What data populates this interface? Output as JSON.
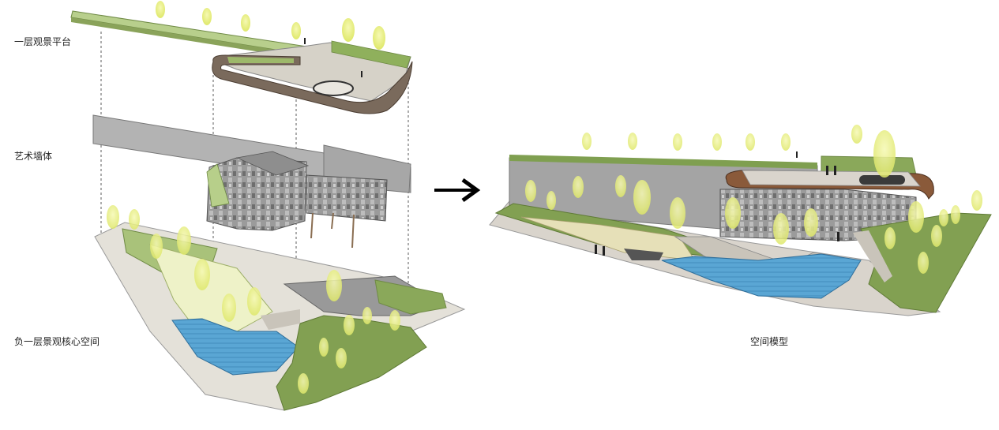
{
  "labels": {
    "platform": "一层观景平台",
    "art_wall": "艺术墙体",
    "core_space": "负一层景观核心空间",
    "space_model": "空间模型"
  },
  "colors": {
    "lawn": "#7a9a4a",
    "lawn_light": "#b7cf8a",
    "pool": "#5aa6d4",
    "wall": "#a9a9a9",
    "tree": "#e6ef7a",
    "path": "#d9d4cc",
    "bronze": "#8a5a3a"
  }
}
